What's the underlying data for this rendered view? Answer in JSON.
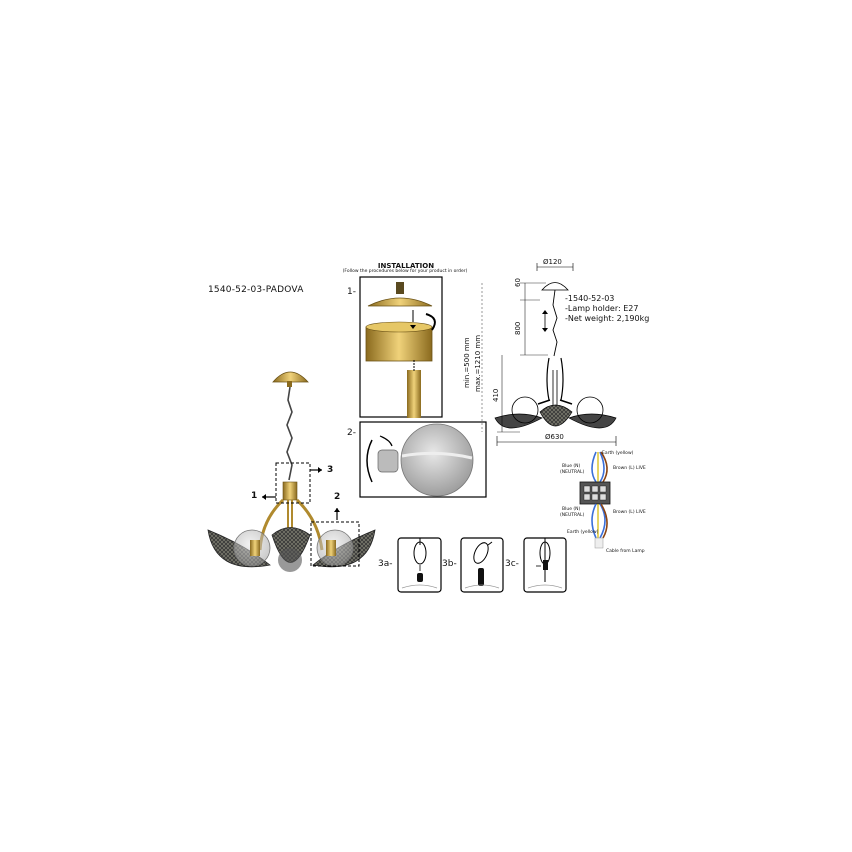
{
  "product_code": "1540-52-03-PADOVA",
  "installation": {
    "title": "INSTALLATION",
    "subtitle": "(Follow the procedures below for your product in order)"
  },
  "steps": [
    "1-",
    "2-",
    "3a-",
    "3b-",
    "3c-"
  ],
  "callouts": [
    "3",
    "1",
    "2"
  ],
  "specs": {
    "code": "-1540-52-03",
    "lamp_holder": "-Lamp holder: E27",
    "net_weight": "-Net weight: 2,190kg"
  },
  "dimensions": {
    "canopy": "Ø120",
    "top": "60",
    "chain": "800",
    "body": "410",
    "min": "min.=500 mm",
    "max": "max.=1210 mm",
    "width": "Ø630"
  },
  "wiring": {
    "earth_top": "Earth (yellow)",
    "blue_top": "Blue (N)",
    "neutral_top": "(NEUTRAL)",
    "brown_top": "Brown (L) LIVE",
    "blue_bottom": "Blue (N)",
    "neutral_bottom": "(NEUTRAL)",
    "brown_bottom": "Brown (L) LIVE",
    "earth_bottom": "Earth (yellow)",
    "cable": "Cable from Lamp"
  },
  "colors": {
    "brass": "#c9a43a",
    "brass_dark": "#8a6a1e",
    "leaf": "#2b2b2b",
    "glass": "#c8c8c8"
  }
}
